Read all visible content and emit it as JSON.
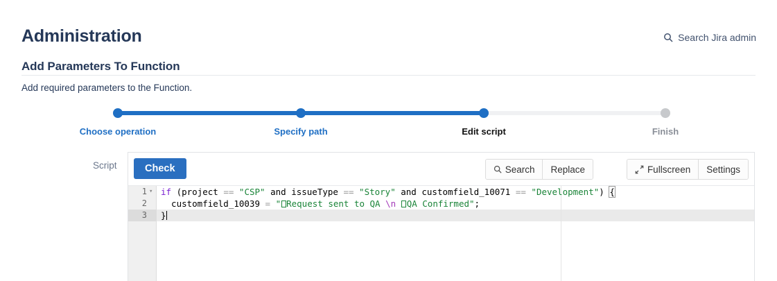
{
  "header": {
    "title": "Administration",
    "search_label": "Search Jira admin",
    "search_icon": "search-icon"
  },
  "section": {
    "title": "Add Parameters To Function",
    "description": "Add required parameters to the Function."
  },
  "stepper": {
    "steps": [
      {
        "label": "Choose operation",
        "state": "done"
      },
      {
        "label": "Specify path",
        "state": "done"
      },
      {
        "label": "Edit script",
        "state": "current"
      },
      {
        "label": "Finish",
        "state": "todo"
      }
    ],
    "active_color": "#1f6fc4",
    "inactive_color": "#c7c9cc"
  },
  "script_field": {
    "label": "Script",
    "toolbar": {
      "check_label": "Check",
      "search_label": "Search",
      "replace_label": "Replace",
      "fullscreen_label": "Fullscreen",
      "settings_label": "Settings",
      "search_icon": "search-icon",
      "fullscreen_icon": "expand-diagonal-icon",
      "check_color": "#2a6fc0"
    },
    "editor": {
      "line_numbers": [
        "1",
        "2",
        "3"
      ],
      "active_line": 3,
      "lines": [
        "if (project == \"CSP\" and issueType == \"Story\" and customfield_10071 == \"Development\") {",
        "  customfield_10039 = \"□Request sent to QA \\n □QA Confirmed\";",
        "}"
      ]
    }
  }
}
